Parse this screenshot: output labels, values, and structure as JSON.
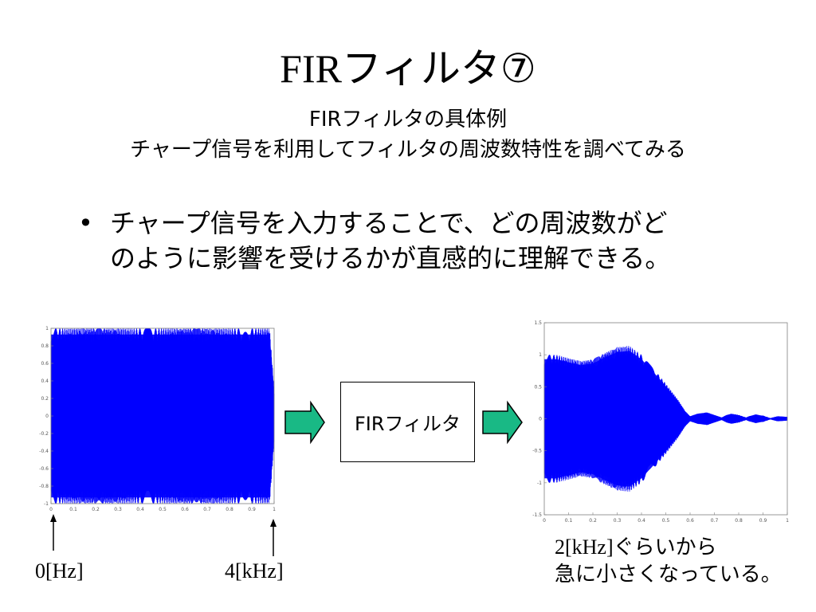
{
  "title": {
    "latin": "FIR",
    "rest": "フィルタ⑦"
  },
  "subtitle": {
    "line1": "FIRフィルタの具体例",
    "line2": "チャープ信号を利用してフィルタの周波数特性を調べてみる"
  },
  "bullet": {
    "symbol": "•",
    "line1": "チャープ信号を入力することで、どの周波数がど",
    "line2": "のように影響を受けるかが直感的に理解できる。"
  },
  "labels": {
    "start_freq": "0[Hz]",
    "end_freq": "4[kHz]",
    "filter_box": "FIRフィルタ",
    "note_value": "2[kHz]",
    "note_line1_rest": "ぐらいから",
    "note_line2": "急に小さくなっている。"
  },
  "colors": {
    "signal": "#0000ff",
    "arrow_fill": "#19b985",
    "arrow_stroke": "#000000",
    "axis": "#808080"
  },
  "chart_data": [
    {
      "type": "line",
      "xlim": [
        0,
        1
      ],
      "ylim": [
        -1,
        1
      ],
      "xticks": [
        "0",
        "0.1",
        "0.2",
        "0.3",
        "0.4",
        "0.5",
        "0.6",
        "0.7",
        "0.8",
        "0.9",
        "1"
      ],
      "yticks": [
        "1",
        "0.8",
        "0.6",
        "0.4",
        "0.2",
        "0",
        "-0.2",
        "-0.4",
        "-0.6",
        "-0.8",
        "-1"
      ],
      "series": [
        {
          "envelope": {
            "x": [
              0,
              0.02,
              0.98,
              1
            ],
            "y": [
              1,
              1,
              1,
              0.3
            ]
          }
        }
      ]
    },
    {
      "type": "line",
      "xlim": [
        0,
        1
      ],
      "ylim": [
        -1.5,
        1.5
      ],
      "xticks": [
        "0",
        "0.1",
        "0.2",
        "0.3",
        "0.4",
        "0.5",
        "0.6",
        "0.7",
        "0.8",
        "0.9",
        "1"
      ],
      "yticks": [
        "1.5",
        "1",
        "0.5",
        "0",
        "-0.5",
        "-1",
        "-1.5"
      ],
      "series": [
        {
          "envelope": {
            "x": [
              0,
              0.05,
              0.1,
              0.15,
              0.2,
              0.25,
              0.3,
              0.35,
              0.4,
              0.45,
              0.5,
              0.55,
              0.58,
              0.6,
              0.63,
              0.67,
              0.7,
              0.73,
              0.75,
              0.77,
              0.8,
              0.83,
              0.85,
              0.87,
              0.9,
              0.93,
              0.96,
              1
            ],
            "y": [
              1.0,
              1.0,
              0.95,
              0.9,
              0.93,
              1.03,
              1.12,
              1.14,
              1.0,
              0.78,
              0.55,
              0.3,
              0.12,
              0.04,
              0.08,
              0.1,
              0.06,
              0.02,
              0.06,
              0.08,
              0.06,
              0.02,
              0.05,
              0.07,
              0.05,
              0.01,
              0.04,
              0.03
            ]
          }
        }
      ]
    }
  ]
}
